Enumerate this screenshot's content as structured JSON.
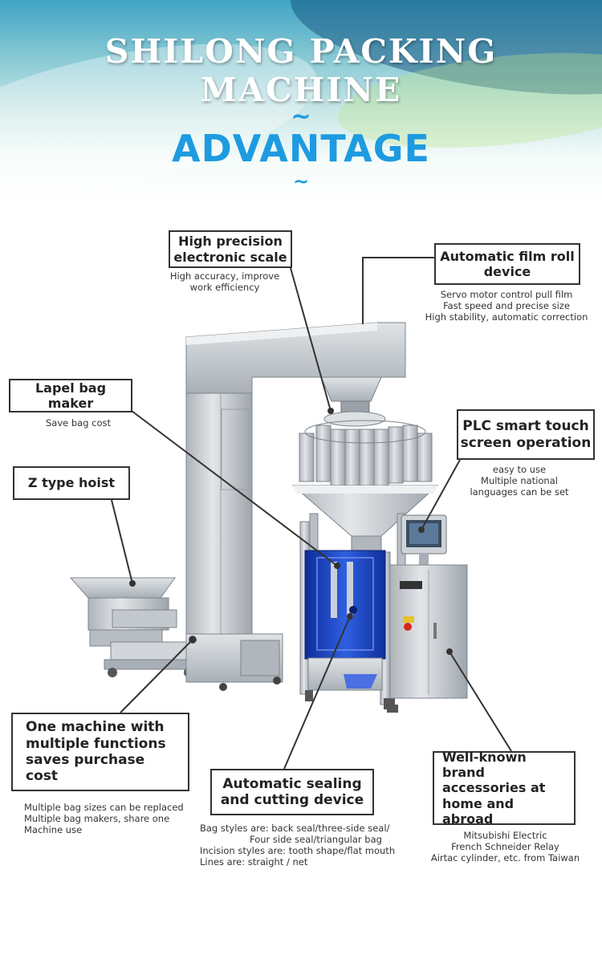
{
  "header": {
    "title": "SHILONG PACKING MACHINE",
    "tilde_top": "~",
    "subtitle": "ADVANTAGE",
    "tilde_bottom": "~"
  },
  "features": {
    "scale": {
      "label": "High precision electronic scale",
      "desc": [
        "High accuracy, improve",
        "work efficiency"
      ]
    },
    "film": {
      "label": "Automatic film roll device",
      "desc": [
        "Servo motor control pull film",
        "Fast speed and precise size",
        "High stability, automatic correction"
      ]
    },
    "lapel": {
      "label": "Lapel bag maker",
      "desc": [
        "Save bag cost"
      ]
    },
    "plc": {
      "label": "PLC smart touch screen operation",
      "desc": [
        "easy to use",
        "Multiple national",
        "languages can be set"
      ]
    },
    "hoist": {
      "label": "Z type hoist",
      "desc": []
    },
    "multi": {
      "label": "One machine with multiple functions saves purchase cost",
      "desc": [
        "Multiple bag sizes can be replaced",
        "Multiple bag makers, share one",
        "Machine use"
      ]
    },
    "sealing": {
      "label": "Automatic sealing and cutting device",
      "desc": [
        "Bag styles are: back seal/three-side seal/",
        "Four side seal/triangular bag",
        "Incision styles are: tooth shape/flat mouth",
        "Lines are: straight / net"
      ]
    },
    "brand": {
      "label": "Well-known brand accessories at home and abroad",
      "desc": [
        "Mitsubishi Electric",
        "French Schneider Relay",
        "Airtac cylinder, etc. from Taiwan"
      ]
    }
  },
  "colors": {
    "title_blue": "#1e9be0",
    "steel": "#c9ced3",
    "blue_panel": "#1c3fb8",
    "emergency_red": "#d7261e"
  }
}
